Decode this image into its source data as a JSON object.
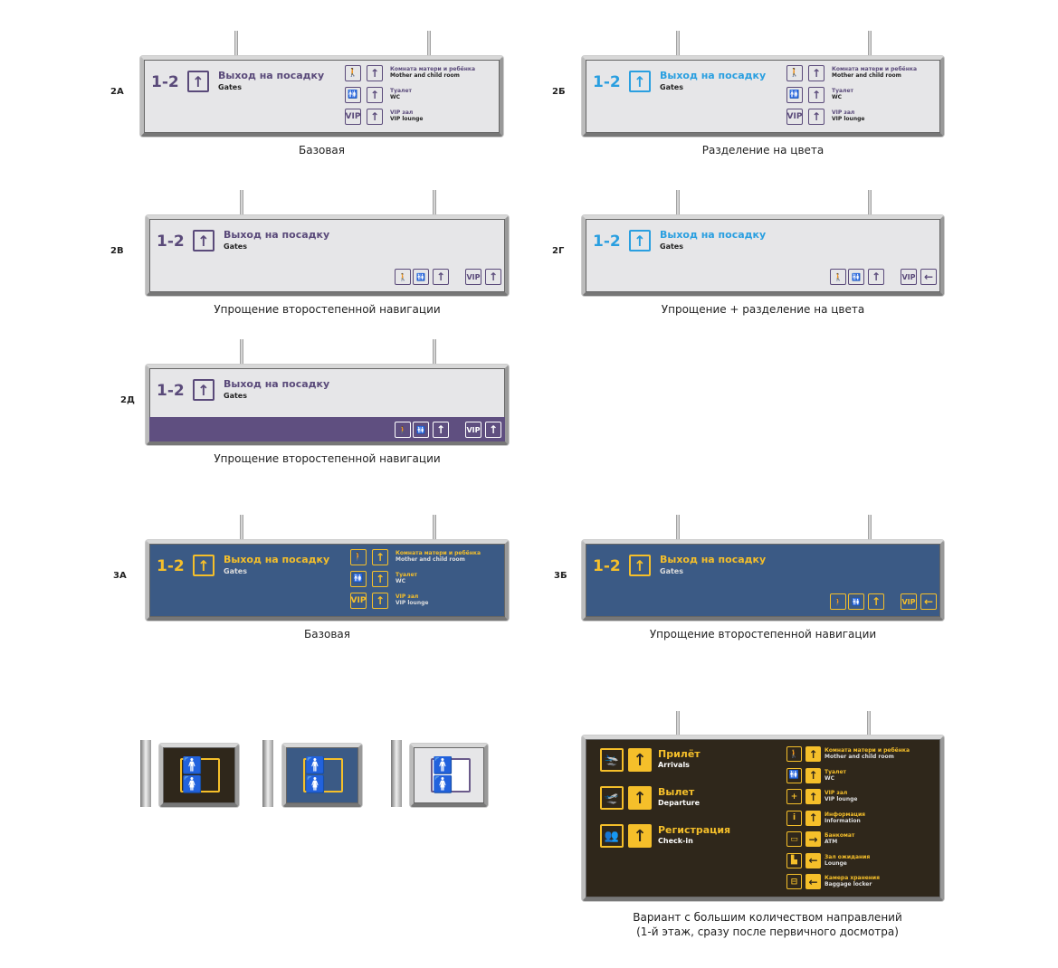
{
  "signs": [
    {
      "tag": "2А",
      "caption": "Базовая",
      "number": "1-2",
      "title": "Выход на посадку",
      "subtitle": "Gates",
      "style": "gray",
      "list": true
    },
    {
      "tag": "2Б",
      "caption": "Разделение на цвета",
      "number": "1-2",
      "title": "Выход на посадку",
      "subtitle": "Gates",
      "style": "grayblue",
      "list": true
    },
    {
      "tag": "2В",
      "caption": "Упрощение второстепенной навигации",
      "number": "1-2",
      "title": "Выход на посадку",
      "subtitle": "Gates",
      "style": "gray",
      "list": false
    },
    {
      "tag": "2Г",
      "caption": "Упрощение + разделение на цвета",
      "number": "1-2",
      "title": "Выход на посадку",
      "subtitle": "Gates",
      "style": "grayblue",
      "list": false,
      "lastArrow": "←"
    },
    {
      "tag": "2Д",
      "caption": "Упрощение второстепенной навигации",
      "number": "1-2",
      "title": "Выход на посадку",
      "subtitle": "Gates",
      "style": "band",
      "list": false
    },
    {
      "tag": "3А",
      "caption": "Базовая",
      "number": "1-2",
      "title": "Выход на посадку",
      "subtitle": "Gates",
      "style": "navy",
      "list": true
    },
    {
      "tag": "3Б",
      "caption": "Упрощение второстепенной навигации",
      "number": "1-2",
      "title": "Выход на посадку",
      "subtitle": "Gates",
      "style": "navy",
      "list": false,
      "lastArrow": "←"
    }
  ],
  "secondary": [
    {
      "ru": "Комната матери и ребёнка",
      "en": "Mother and child room",
      "icon": "🚶"
    },
    {
      "ru": "Туалет",
      "en": "WC",
      "icon": "🚻"
    },
    {
      "ru": "VIP зал",
      "en": "VIP lounge",
      "icon": "VIP"
    }
  ],
  "big": {
    "caption1": "Вариант с большим количеством направлений",
    "caption2": "(1-й этаж, сразу после первичного досмотра)",
    "main": [
      {
        "ru": "Прилёт",
        "en": "Arrivals",
        "icon": "🛬"
      },
      {
        "ru": "Вылет",
        "en": "Departure",
        "icon": "🛫"
      },
      {
        "ru": "Регистрация",
        "en": "Check-in",
        "icon": "👥"
      }
    ],
    "items": [
      {
        "ru": "Комната матери и ребёнка",
        "en": "Mother and child room",
        "icon": "🚶",
        "arrow": "↑"
      },
      {
        "ru": "Туалет",
        "en": "WC",
        "icon": "🚻",
        "arrow": "↑"
      },
      {
        "ru": "VIP зал",
        "en": "VIP lounge",
        "icon": "+",
        "arrow": "↑"
      },
      {
        "ru": "Информация",
        "en": "Information",
        "icon": "i",
        "arrow": "↑"
      },
      {
        "ru": "Банкомат",
        "en": "ATM",
        "icon": "▭",
        "arrow": "→"
      },
      {
        "ru": "Зал ожидания",
        "en": "Lounge",
        "icon": "▙",
        "arrow": "←"
      },
      {
        "ru": "Камера хранения",
        "en": "Baggage locker",
        "icon": "⊟",
        "arrow": "←"
      }
    ]
  },
  "wc_signs": [
    {
      "icon": "🚹🚺",
      "style": "dark"
    },
    {
      "icon": "🚹🚺",
      "style": "blue"
    },
    {
      "icon": "🚹🚺",
      "style": "light"
    }
  ],
  "colors": {
    "purple": "#5a4a7a",
    "blue": "#2a9fe0",
    "navy": "#3b5a85",
    "yellow": "#f5bf2a",
    "brown": "#2f271b"
  }
}
